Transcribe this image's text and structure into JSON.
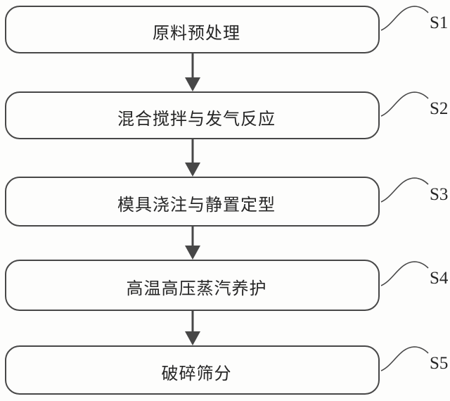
{
  "figure": {
    "type": "flowchart",
    "colors": {
      "ink": "#262626",
      "line": "#474747",
      "paper": "#fdfdfc"
    }
  },
  "steps": [
    {
      "label": "原料预处理",
      "tag": "S1"
    },
    {
      "label": "混合搅拌与发气反应",
      "tag": "S2"
    },
    {
      "label": "模具浇注与静置定型",
      "tag": "S3"
    },
    {
      "label": "高温高压蒸汽养护",
      "tag": "S4"
    },
    {
      "label": "破碎筛分",
      "tag": "S5"
    }
  ]
}
